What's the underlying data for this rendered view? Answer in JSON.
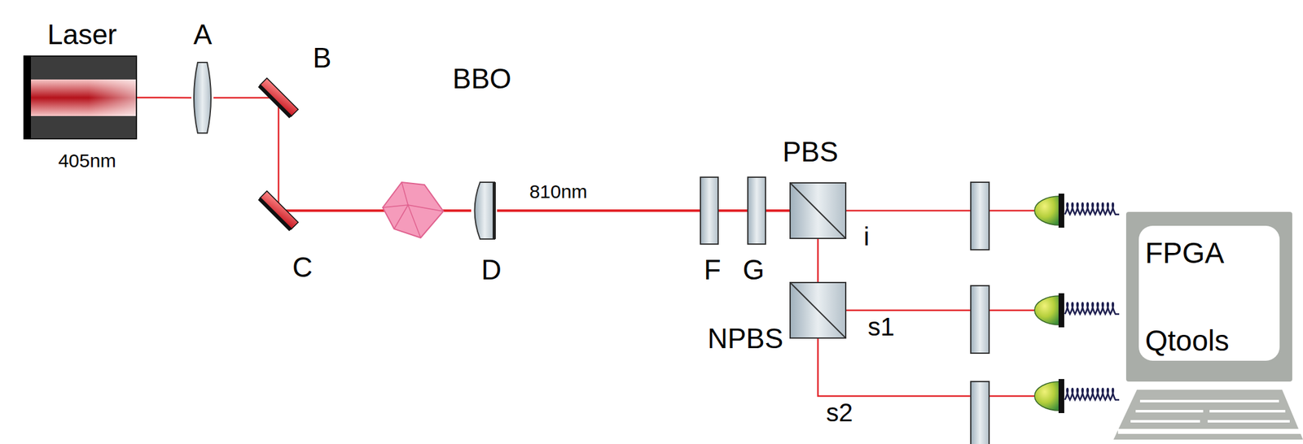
{
  "diagram": {
    "nodes": [
      {
        "text": [
          "Laser",
          "405nm"
        ]
      },
      {
        "text": [
          "A"
        ]
      },
      {
        "text": [
          "B"
        ]
      },
      {
        "text": [
          "C"
        ]
      },
      {
        "text": [
          "BBO"
        ]
      },
      {
        "text": [
          "D"
        ]
      },
      {
        "text": [
          "F"
        ]
      },
      {
        "text": [
          "G"
        ]
      },
      {
        "text": [
          "PBS"
        ]
      },
      {
        "text": [
          "NPBS"
        ]
      },
      {
        "text": [
          "FPGA",
          "Qtools"
        ]
      }
    ],
    "edges": [
      {
        "from": 0,
        "to": 1,
        "arrow": "none"
      },
      {
        "from": 1,
        "to": 2,
        "arrow": "none"
      },
      {
        "from": 2,
        "to": 3,
        "arrow": "none"
      },
      {
        "from": 3,
        "to": 4,
        "arrow": "none"
      },
      {
        "from": 4,
        "to": 5,
        "arrow": "none"
      },
      {
        "from": 5,
        "to": 6,
        "label": "810nm",
        "arrow": "none"
      },
      {
        "from": 6,
        "to": 7,
        "arrow": "none"
      },
      {
        "from": 7,
        "to": 8,
        "arrow": "none"
      },
      {
        "from": 8,
        "to": 9,
        "arrow": "none"
      }
    ],
    "labels": [
      "i",
      "s1",
      "s2"
    ]
  }
}
